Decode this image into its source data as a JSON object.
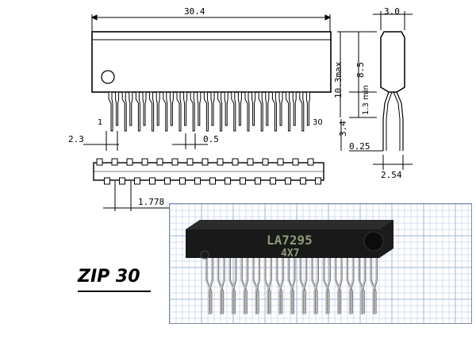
{
  "drawing": {
    "dim_width": "30.4",
    "dim_thickness": "3.0",
    "dim_height": "8.5",
    "dim_max": "10.3max",
    "dim_min": "1.3 min",
    "dim_lead": "3.4",
    "dim_left": "2.3",
    "dim_pinwidth": "0.5",
    "dim_lead_thick": "0.25",
    "dim_pitch_side": "2.54",
    "dim_pitch": "1.778",
    "pin_first": "1",
    "pin_last": "30"
  },
  "photo": {
    "marking_line1": "LA7295",
    "marking_line2": "4X7",
    "grid_color": "#9fb4d6",
    "body_color": "#1c1c1c",
    "marking_color": "#8a9a7a"
  },
  "package_name": "ZIP 30"
}
